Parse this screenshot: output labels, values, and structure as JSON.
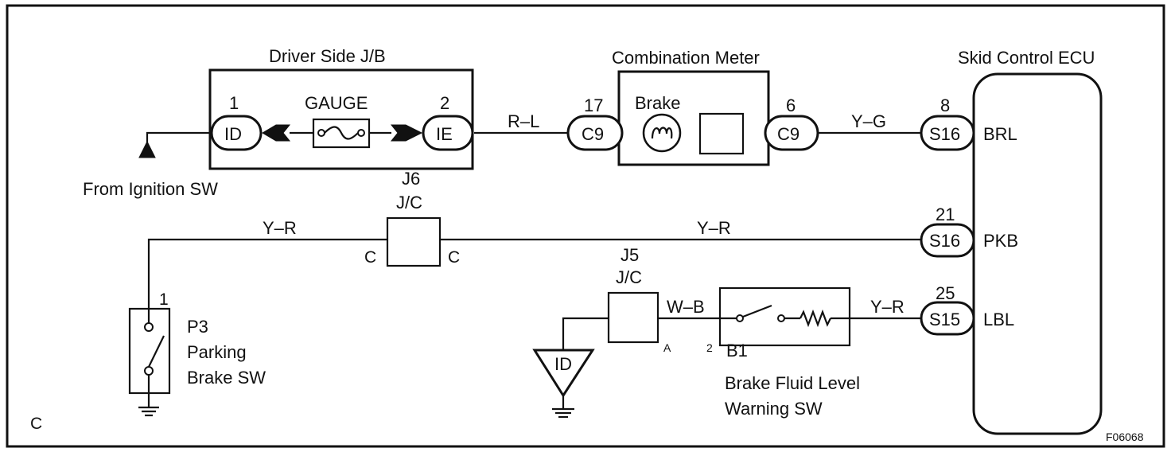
{
  "diagram": {
    "figure_code": "F06068",
    "system_letter": "C",
    "junction_block": {
      "title": "Driver Side J/B",
      "pin_left": "1",
      "pin_right": "2",
      "conn_left": "ID",
      "conn_right": "IE",
      "fuse_label": "GAUGE"
    },
    "ignition_label": "From Ignition SW",
    "combination_meter": {
      "title": "Combination Meter",
      "brake_label": "Brake",
      "pin_left": "17",
      "pin_right": "6",
      "conn_left": "C9",
      "conn_right": "C9"
    },
    "skid_ecu": {
      "title": "Skid Control ECU",
      "terminals": [
        {
          "pin": "8",
          "connector": "S16",
          "name": "BRL"
        },
        {
          "pin": "21",
          "connector": "S16",
          "name": "PKB"
        },
        {
          "pin": "25",
          "connector": "S15",
          "name": "LBL"
        }
      ]
    },
    "wires": {
      "jb_to_meter": "R–L",
      "meter_to_ecu": "Y–G",
      "p3_to_j6": "Y–R",
      "j6_to_ecu": "Y–R",
      "j5_to_b1": "W–B",
      "b1_to_ecu": "Y–R"
    },
    "j6": {
      "id": "J6",
      "type": "J/C",
      "left_pin": "C",
      "right_pin": "C"
    },
    "j5": {
      "id": "J5",
      "type": "J/C",
      "pin": "A"
    },
    "ground_point": "ID",
    "parking_brake_sw": {
      "pin": "1",
      "code": "P3",
      "name_line1": "Parking",
      "name_line2": "Brake SW"
    },
    "brake_fluid_sw": {
      "pin": "2",
      "code": "B1",
      "name_line1": "Brake Fluid Level",
      "name_line2": "Warning SW"
    }
  }
}
